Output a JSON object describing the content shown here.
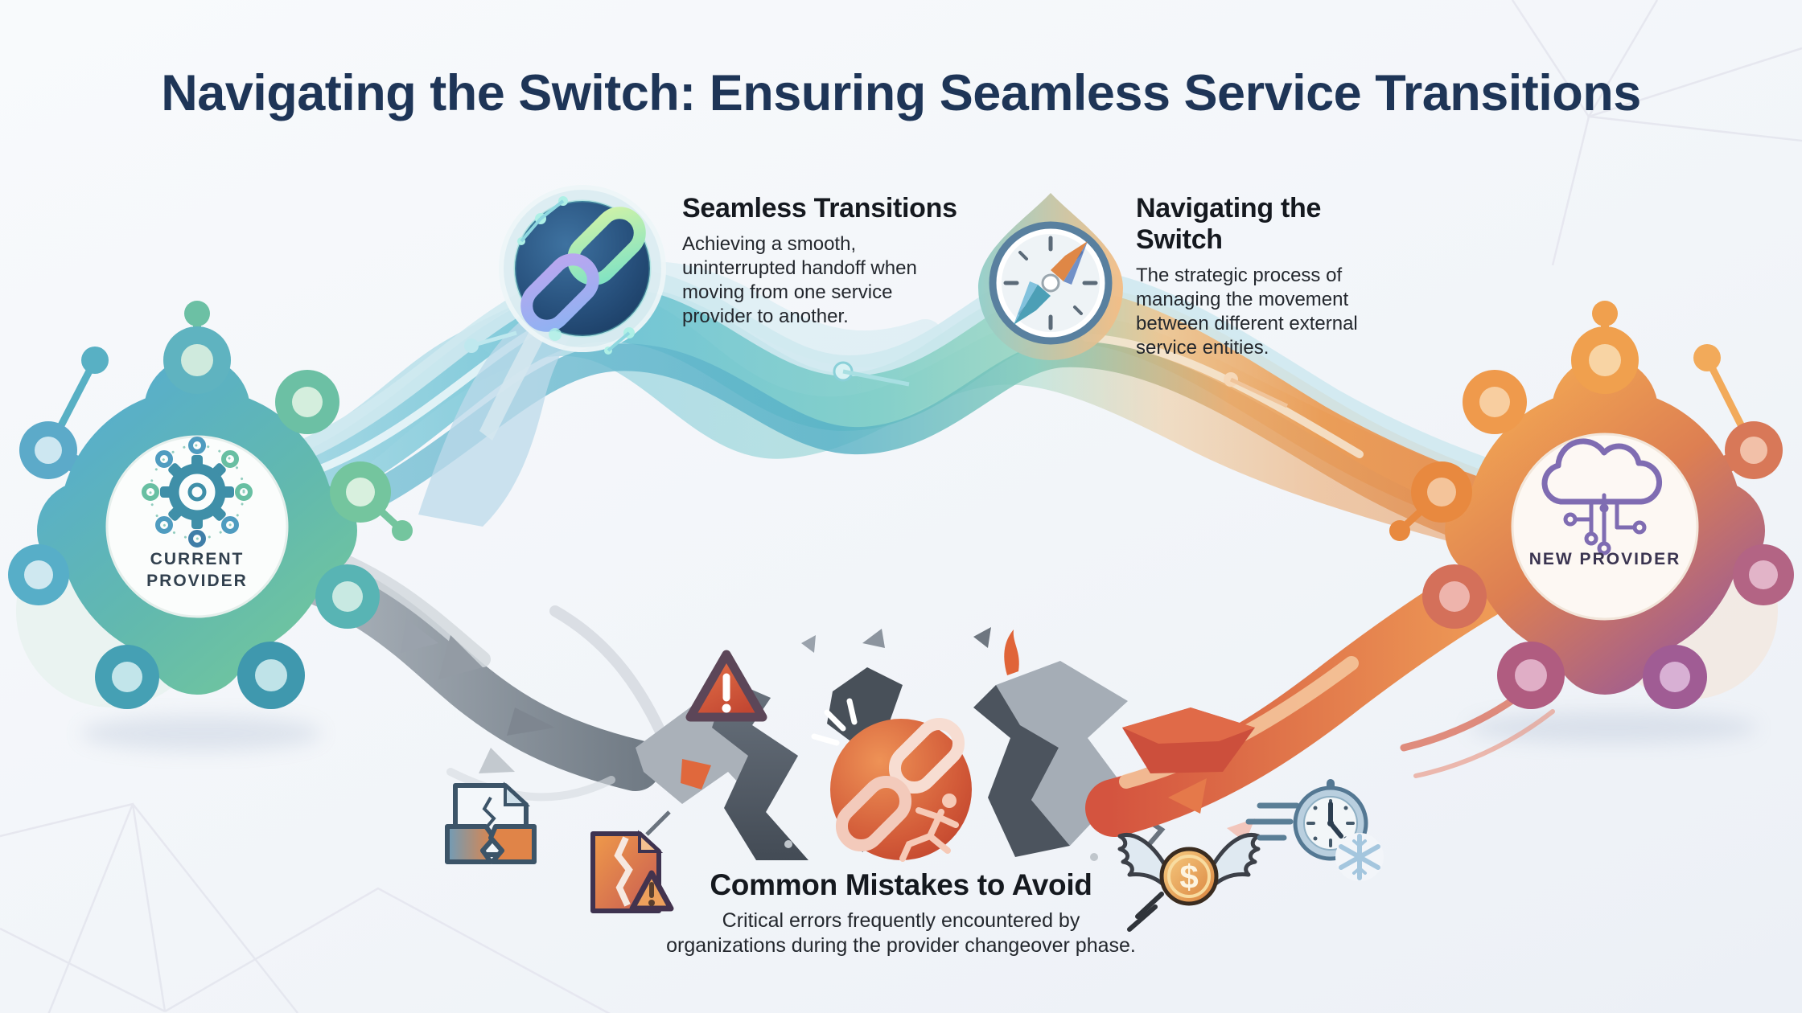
{
  "title": "Navigating the Switch: Ensuring Seamless Service Transitions",
  "colors": {
    "title_color": "#1e3557",
    "teal": "#4fb0c6",
    "green": "#6fc29e",
    "blue": "#5a9bd4",
    "orange": "#e8893c",
    "red": "#c2452e",
    "purple": "#9a5f9e",
    "gray": "#7a828c",
    "dark_gray": "#4c545e",
    "background": "#f2f5f9"
  },
  "nodes": {
    "current": {
      "label": "CURRENT PROVIDER",
      "icon": "gear-network-icon"
    },
    "new": {
      "label": "NEW PROVIDER",
      "icon": "cloud-circuit-icon"
    }
  },
  "sections": {
    "seamless": {
      "heading": "Seamless Transitions",
      "body": "Achieving a smooth, uninterrupted handoff when moving from one service provider to another.",
      "icon": "chain-link-icon"
    },
    "navigating": {
      "heading": "Navigating the Switch",
      "body": "The strategic process of managing the movement between different external service entities.",
      "icon": "compass-icon"
    },
    "mistakes": {
      "heading": "Common Mistakes to Avoid",
      "body": "Critical errors frequently encountered by organizations during the provider changeover phase.",
      "icon": "broken-chain-icon"
    }
  },
  "decorations": {
    "coin_symbol": "$",
    "icons": [
      "warning-triangle-icon",
      "torn-document-icon",
      "torn-file-alert-icon",
      "flying-money-icon",
      "frozen-clock-icon",
      "snowflake-icon"
    ]
  }
}
